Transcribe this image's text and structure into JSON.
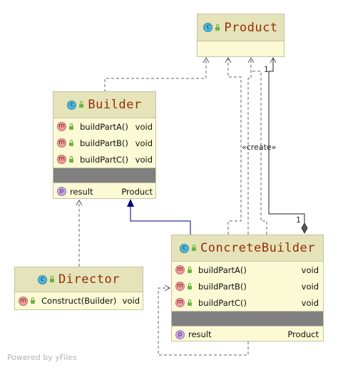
{
  "classes": {
    "product": {
      "name": "Product"
    },
    "builder": {
      "name": "Builder",
      "methods": [
        {
          "name": "buildPartA()",
          "type": "void"
        },
        {
          "name": "buildPartB()",
          "type": "void"
        },
        {
          "name": "buildPartC()",
          "type": "void"
        }
      ],
      "fields": [
        {
          "name": "result",
          "type": "Product"
        }
      ]
    },
    "director": {
      "name": "Director",
      "methods": [
        {
          "name": "Construct(Builder)",
          "type": "void"
        }
      ]
    },
    "concrete_builder": {
      "name": "ConcreteBuilder",
      "methods": [
        {
          "name": "buildPartA()",
          "type": "void"
        },
        {
          "name": "buildPartB()",
          "type": "void"
        },
        {
          "name": "buildPartC()",
          "type": "void"
        }
      ],
      "fields": [
        {
          "name": "result",
          "type": "Product"
        }
      ]
    }
  },
  "badges": {
    "class": "c",
    "method": "m",
    "property": "p"
  },
  "edge_labels": {
    "create": "«create»",
    "mult_product": "1",
    "mult_builder": "1"
  },
  "footer": {
    "credit": "Powered by yFiles"
  },
  "colors": {
    "header": "#e4e3b9",
    "body": "#fbfad5",
    "title": "#9a2c02",
    "separator": "#808080",
    "inheritance": "#00007f"
  }
}
